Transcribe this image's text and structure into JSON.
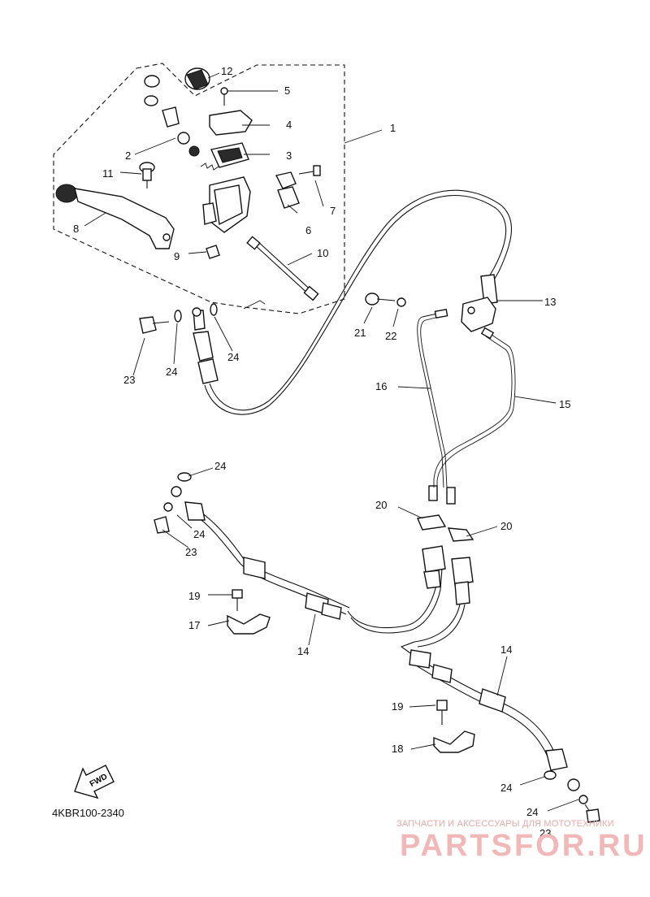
{
  "diagram_code": "4KBR100-2340",
  "fwd_label": "FWD",
  "watermark": {
    "small": "ЗАПЧАСТИ И АКСЕССУАРЫ ДЛЯ МОТОТЕХНИКИ",
    "large": "PARTSFOR.RU"
  },
  "callouts": {
    "c1": "1",
    "c2": "2",
    "c3": "3",
    "c4": "4",
    "c5": "5",
    "c6": "6",
    "c7": "7",
    "c8": "8",
    "c9": "9",
    "c10": "10",
    "c11": "11",
    "c12": "12",
    "c13": "13",
    "c14a": "14",
    "c14b": "14",
    "c15": "15",
    "c16": "16",
    "c17": "17",
    "c18": "18",
    "c19a": "19",
    "c19b": "19",
    "c20a": "20",
    "c20b": "20",
    "c21": "21",
    "c22": "22",
    "c23a": "23",
    "c23b": "23",
    "c23c": "23",
    "c24a": "24",
    "c24b": "24",
    "c24c": "24",
    "c24d": "24",
    "c24e": "24",
    "c24f": "24"
  }
}
